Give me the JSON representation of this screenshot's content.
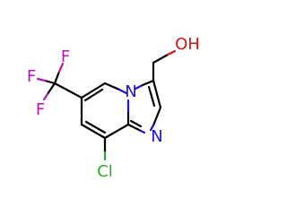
{
  "molecule": {
    "atoms": {
      "oh_label": "OH",
      "n_bridge": "N",
      "n_ring": "N",
      "cl_label": "Cl",
      "f1": "F",
      "f2": "F",
      "f3": "F"
    },
    "colors": {
      "carbon_bond": "#000000",
      "nitrogen": "#1f14c8",
      "oxygen": "#d01616",
      "fluorine": "#b01ab0",
      "chlorine": "#2ea82e"
    }
  }
}
